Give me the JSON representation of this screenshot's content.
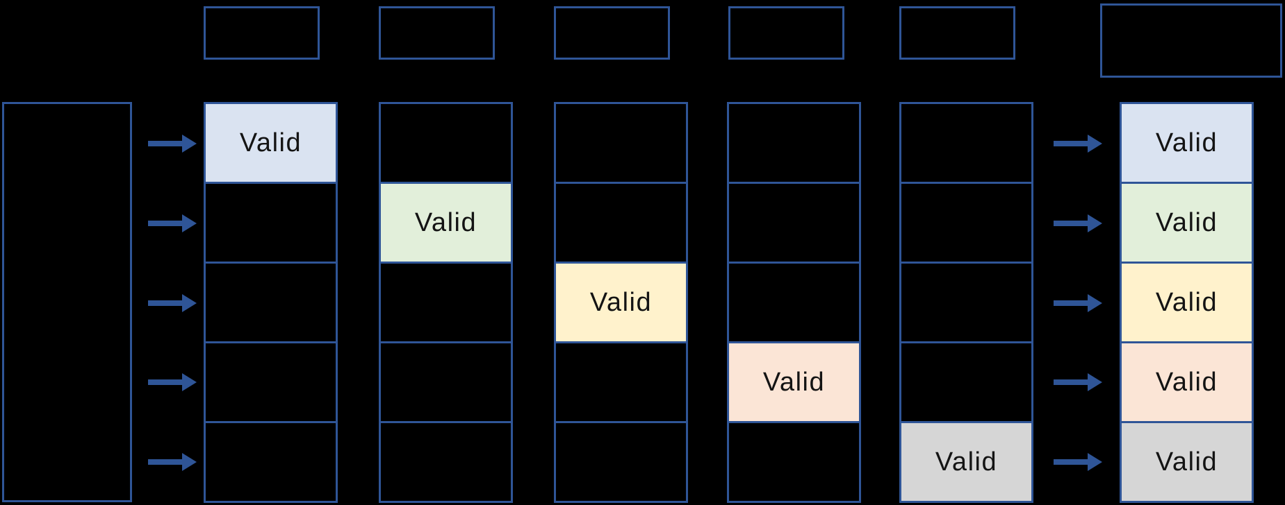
{
  "labels": {
    "valid": "Valid"
  },
  "palette": {
    "background": "#000000",
    "box_border": "#2f5597",
    "arrow": "#2f5597",
    "valid_text": "#141414",
    "valid_blue": "#dae3f1",
    "valid_green": "#e2efda",
    "valid_yellow": "#fff2cc",
    "valid_peach": "#fbe5d6",
    "valid_gray": "#d6d6d6"
  },
  "structure": {
    "columns": 6,
    "rows_per_column": 5,
    "header_boxes": 5,
    "wide_header_boxes": 1,
    "left_arrows": 5,
    "right_arrows": 5
  },
  "valid_cells": [
    {
      "column": 1,
      "row": 1,
      "label": "Valid",
      "fill": "#dae3f1"
    },
    {
      "column": 2,
      "row": 2,
      "label": "Valid",
      "fill": "#e2efda"
    },
    {
      "column": 3,
      "row": 3,
      "label": "Valid",
      "fill": "#fff2cc"
    },
    {
      "column": 4,
      "row": 4,
      "label": "Valid",
      "fill": "#fbe5d6"
    },
    {
      "column": 5,
      "row": 5,
      "label": "Valid",
      "fill": "#d6d6d6"
    },
    {
      "column": 6,
      "row": 1,
      "label": "Valid",
      "fill": "#dae3f1"
    },
    {
      "column": 6,
      "row": 2,
      "label": "Valid",
      "fill": "#e2efda"
    },
    {
      "column": 6,
      "row": 3,
      "label": "Valid",
      "fill": "#fff2cc"
    },
    {
      "column": 6,
      "row": 4,
      "label": "Valid",
      "fill": "#fbe5d6"
    },
    {
      "column": 6,
      "row": 5,
      "label": "Valid",
      "fill": "#d6d6d6"
    }
  ]
}
